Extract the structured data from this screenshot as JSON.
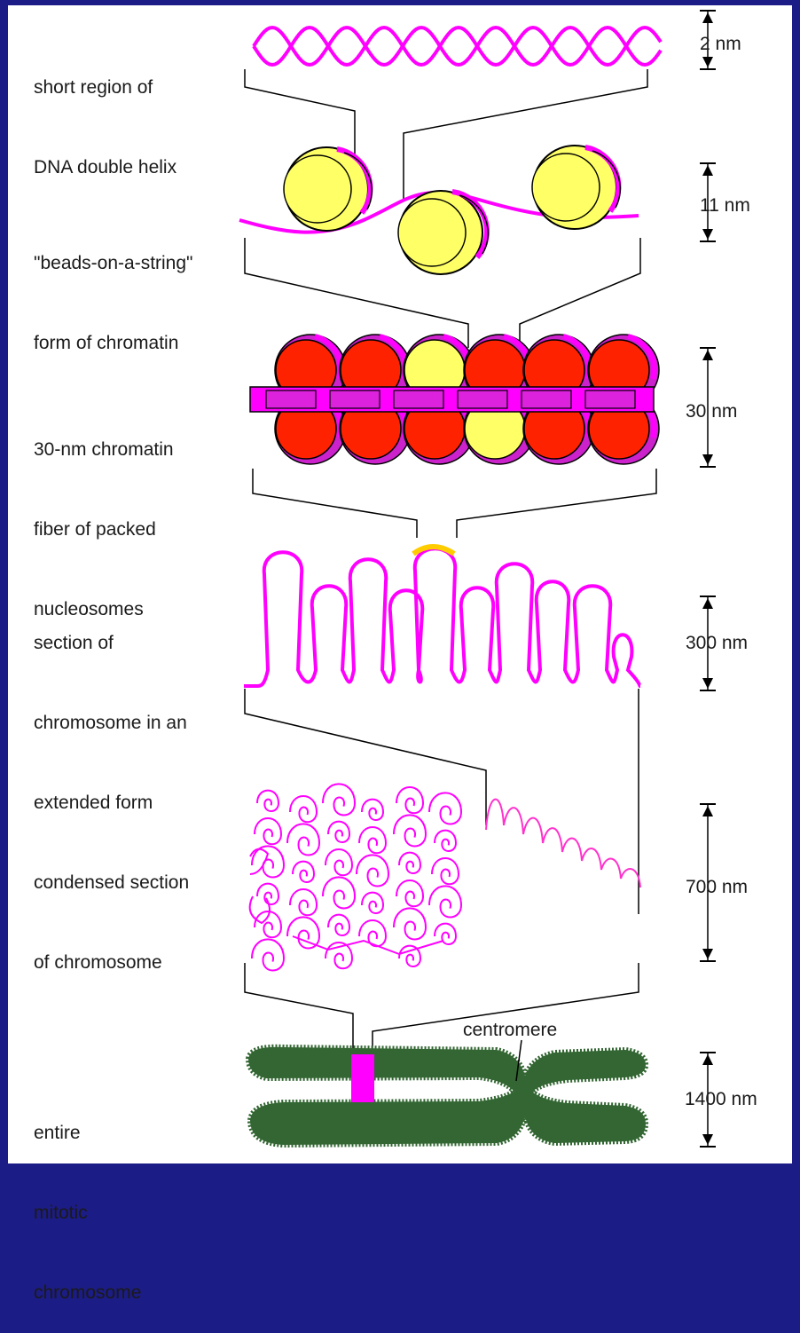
{
  "labels": {
    "dna": [
      "short region of",
      "DNA double helix"
    ],
    "beads": [
      "\"beads-on-a-string\"",
      "form of chromatin"
    ],
    "fiber": [
      "30-nm chromatin",
      "fiber of packed",
      "nucleosomes"
    ],
    "extended": [
      "section of",
      "chromosome in an",
      "extended form"
    ],
    "condensed": [
      "condensed section",
      "of chromosome"
    ],
    "mitotic": [
      "entire",
      "mitotic",
      "chromosome"
    ],
    "centromere": "centromere"
  },
  "dimensions": {
    "dna": "2 nm",
    "beads": "11 nm",
    "fiber": "30 nm",
    "extended": "300 nm",
    "condensed": "700 nm",
    "mitotic": "1400 nm"
  },
  "colors": {
    "border": "#1c1c86",
    "dna": "#ff00ff",
    "histone_yellow": "#ffff66",
    "histone_red": "#ff2200",
    "chromosome_green": "#336633",
    "highlight_orange": "#ffcc00",
    "condensed_pink": "#ff33cc"
  }
}
